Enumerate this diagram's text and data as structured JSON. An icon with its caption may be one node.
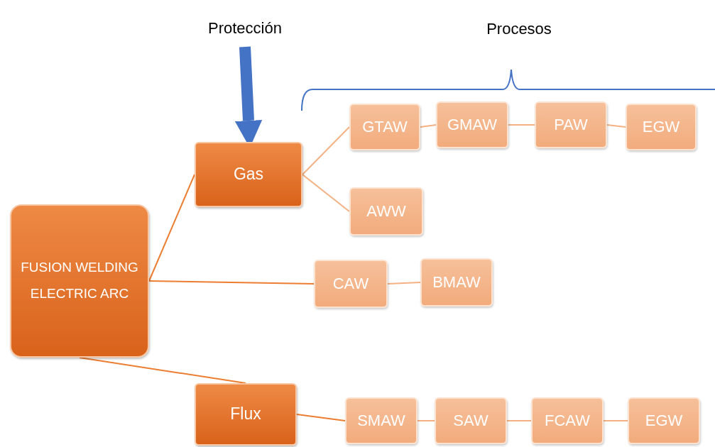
{
  "diagram": {
    "nodes": [
      {
        "text": [
          "FUSION WELDING",
          "ELECTRIC ARC"
        ]
      },
      {
        "text": [
          "Gas"
        ]
      },
      {
        "text": [
          "GTAW"
        ]
      },
      {
        "text": [
          "GMAW"
        ]
      },
      {
        "text": [
          "PAW"
        ]
      },
      {
        "text": [
          "EGW"
        ]
      },
      {
        "text": [
          "AWW"
        ]
      },
      {
        "text": [
          "CAW"
        ]
      },
      {
        "text": [
          "BMAW"
        ]
      },
      {
        "text": [
          "Flux"
        ]
      },
      {
        "text": [
          "SMAW"
        ]
      },
      {
        "text": [
          "SAW"
        ]
      },
      {
        "text": [
          "FCAW"
        ]
      },
      {
        "text": [
          "EGW"
        ]
      },
      {
        "text": [
          "Protección"
        ]
      }
    ],
    "edges": [
      {
        "from": 0,
        "to": 1,
        "arrow": "none",
        "color": "#ed7d31"
      },
      {
        "from": 0,
        "to": 7,
        "arrow": "none",
        "color": "#ed7d31"
      },
      {
        "from": 0,
        "to": 9,
        "arrow": "none",
        "color": "#ed7d31"
      },
      {
        "from": 1,
        "to": 2,
        "arrow": "none"
      },
      {
        "from": 1,
        "to": 6,
        "arrow": "none"
      },
      {
        "from": 2,
        "to": 3,
        "arrow": "none"
      },
      {
        "from": 3,
        "to": 4,
        "arrow": "none"
      },
      {
        "from": 4,
        "to": 5,
        "arrow": "none"
      },
      {
        "from": 7,
        "to": 8,
        "arrow": "none"
      },
      {
        "from": 9,
        "to": 10,
        "arrow": "none",
        "color": "#ed7d31"
      },
      {
        "from": 10,
        "to": 11,
        "arrow": "none"
      },
      {
        "from": 11,
        "to": 12,
        "arrow": "none"
      },
      {
        "from": 12,
        "to": 13,
        "arrow": "none"
      },
      {
        "from": 14,
        "to": 1,
        "arrow": "to",
        "style": "thick",
        "color": "#4472c4"
      }
    ],
    "labels": [
      "Procesos"
    ]
  }
}
